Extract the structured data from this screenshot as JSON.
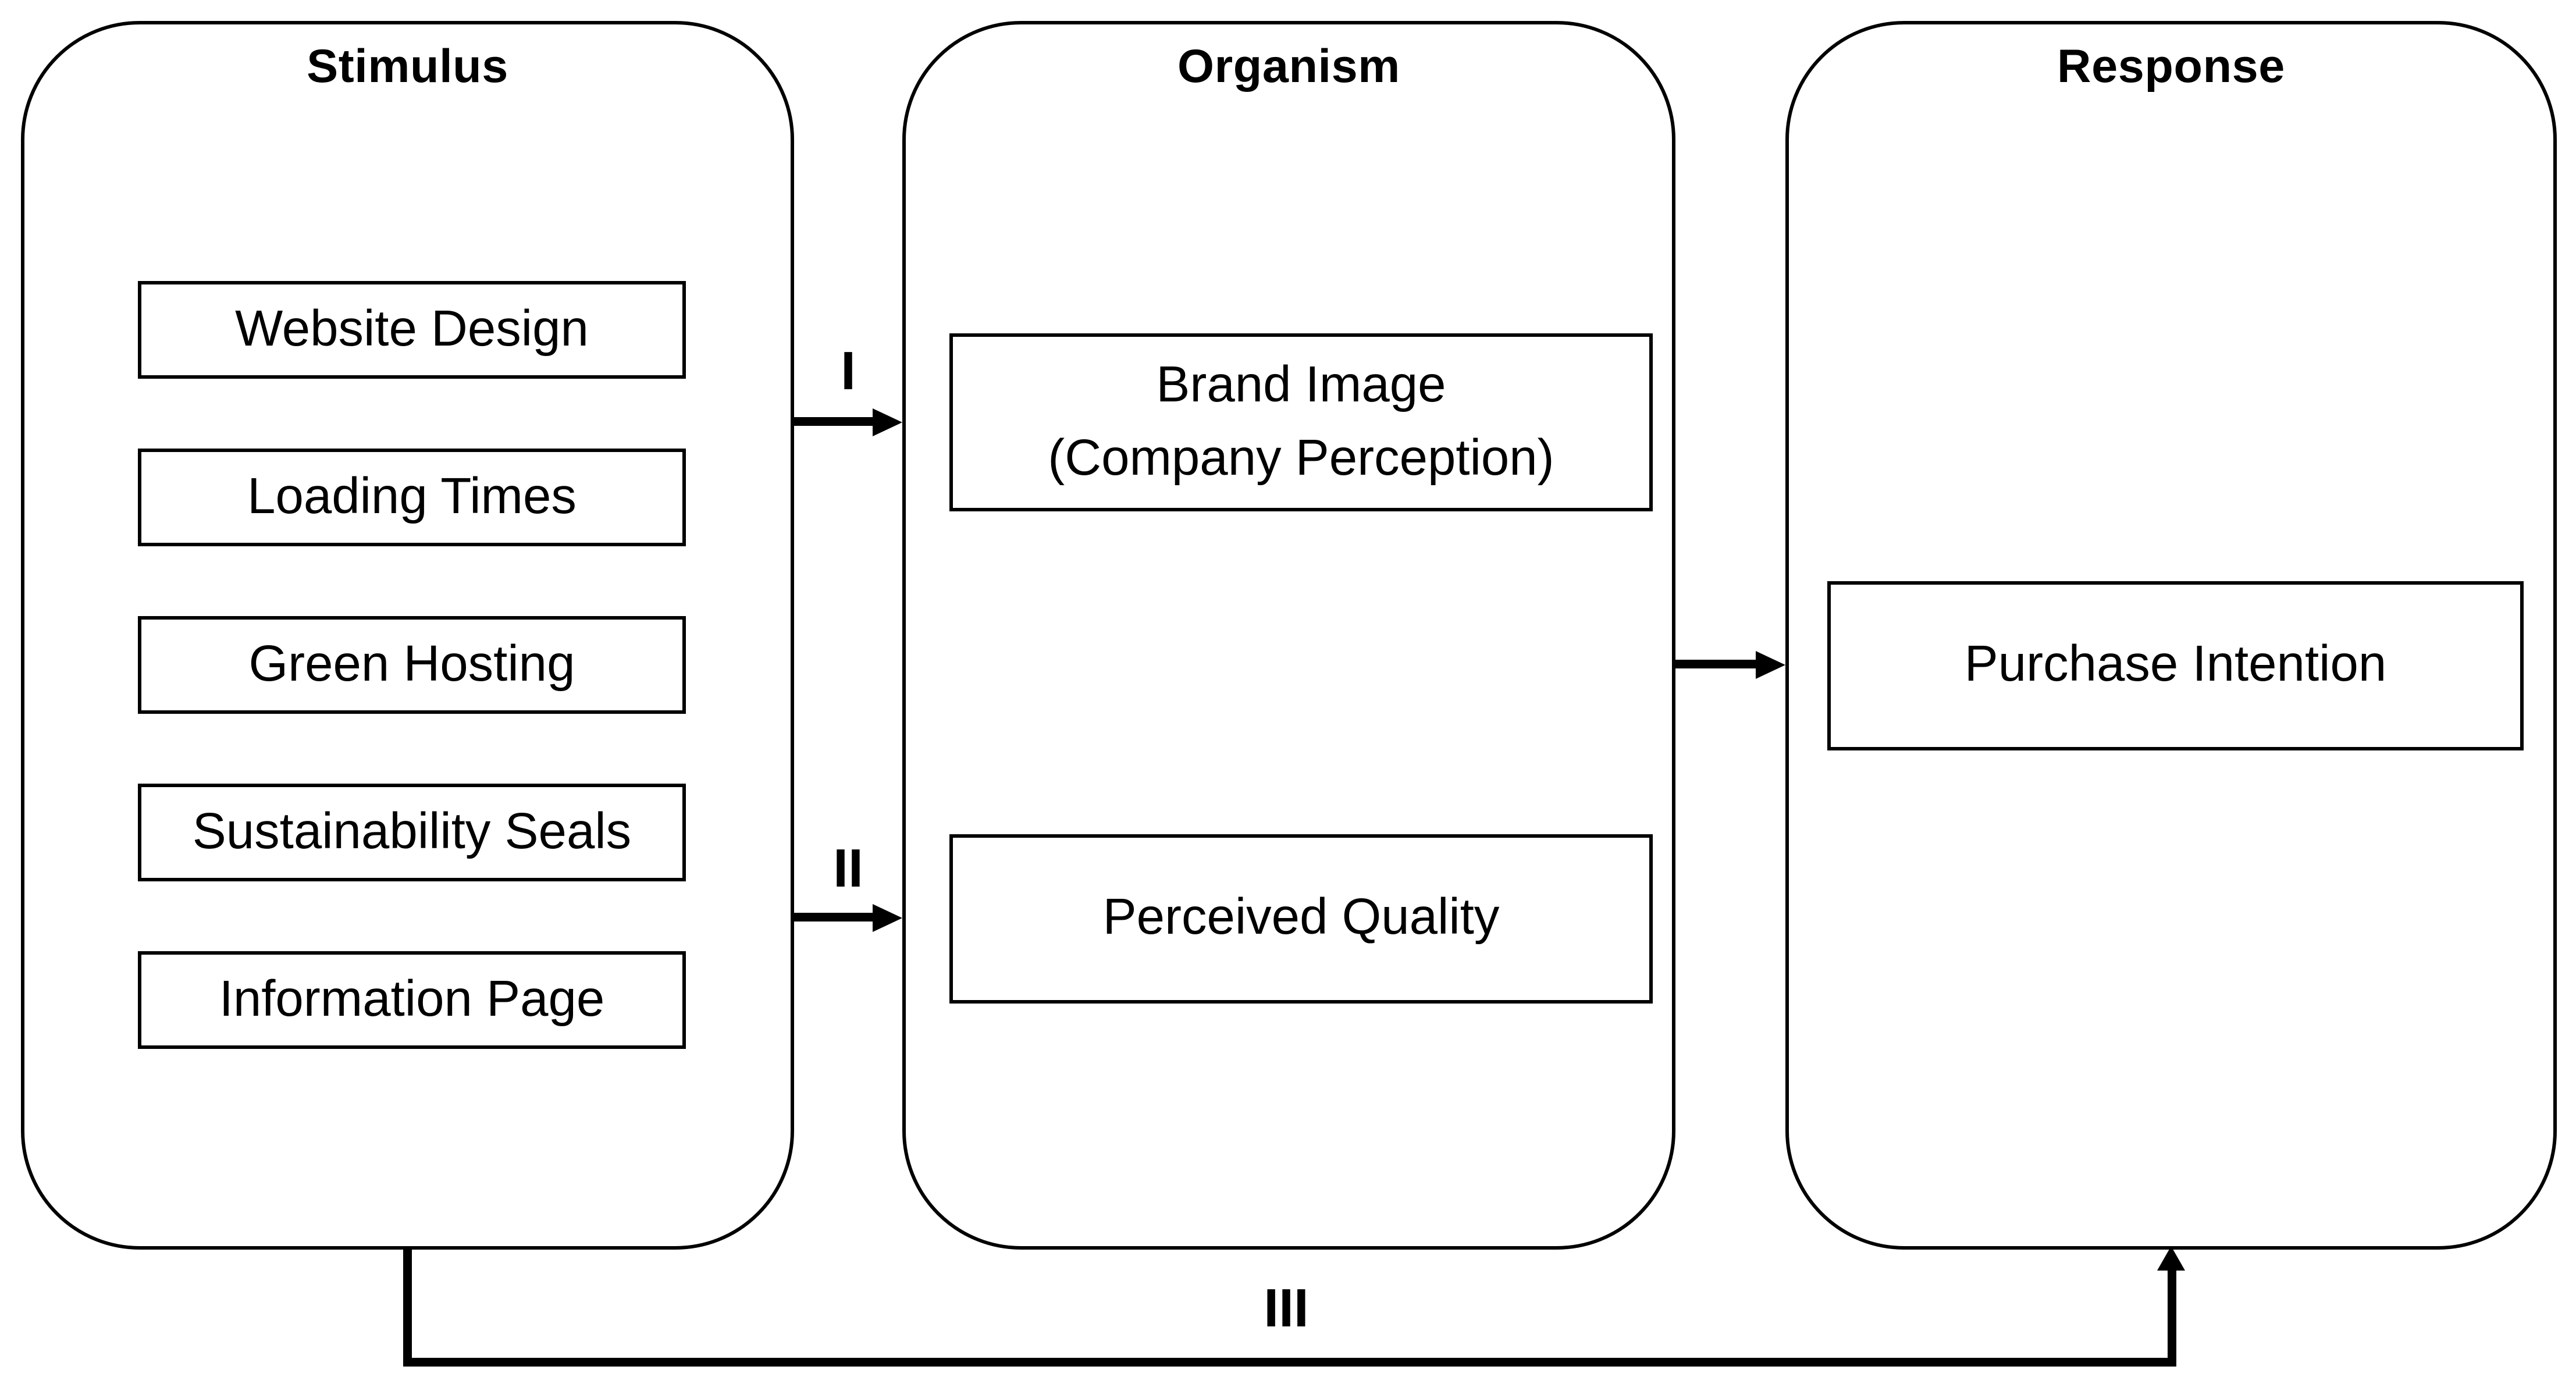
{
  "figure": {
    "background_color": "#ffffff",
    "line_color": "#000000"
  },
  "columns": {
    "stimulus": {
      "title": "Stimulus",
      "items": [
        {
          "label": "Website Design"
        },
        {
          "label": "Loading Times"
        },
        {
          "label": "Green Hosting"
        },
        {
          "label": "Sustainability Seals"
        },
        {
          "label": "Information Page"
        }
      ]
    },
    "organism": {
      "title": "Organism",
      "items": [
        {
          "line1": "Brand Image",
          "line2": "(Company Perception)"
        },
        {
          "label": "Perceived Quality"
        }
      ]
    },
    "response": {
      "title": "Response",
      "items": [
        {
          "label": "Purchase Intention"
        }
      ]
    }
  },
  "arrows": {
    "stimulus_to_brand_image": {
      "label": "I"
    },
    "stimulus_to_perceived_quality": {
      "label": "II"
    },
    "organism_to_response": {},
    "stimulus_to_response": {
      "label": "III"
    }
  }
}
